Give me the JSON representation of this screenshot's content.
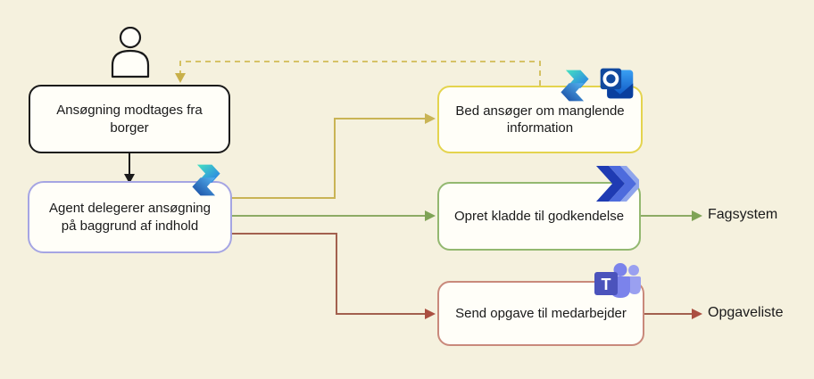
{
  "diagram": {
    "background_color": "#f5f1de",
    "node_fill_color": "#fffef8",
    "nodes": {
      "received": {
        "label": "Ansøgning modtages fra borger",
        "border_color": "#1a1a1a",
        "icons": [
          "person"
        ]
      },
      "agent": {
        "label": "Agent delegerer ansøgning på baggrund af indhold",
        "border_color": "#a5a5e3",
        "icons": [
          "copilot"
        ]
      },
      "ask": {
        "label": "Bed ansøger om manglende information",
        "border_color": "#e4d44e",
        "icons": [
          "copilot",
          "outlook"
        ]
      },
      "draft": {
        "label": "Opret kladde til godkendelse",
        "border_color": "#93b870",
        "icons": [
          "power-automate"
        ]
      },
      "task": {
        "label": "Send opgave til medarbejder",
        "border_color": "#c9897b",
        "icons": [
          "teams"
        ]
      }
    },
    "outputs": {
      "fagsystem": {
        "label": "Fagsystem"
      },
      "opgaveliste": {
        "label": "Opgaveliste"
      }
    },
    "connectors": {
      "received_to_agent": {
        "color": "#1a1a1a",
        "style": "solid"
      },
      "agent_to_ask": {
        "color": "#c9b455",
        "style": "solid"
      },
      "agent_to_draft": {
        "color": "#8cab64",
        "style": "solid"
      },
      "agent_to_task": {
        "color": "#a2604e",
        "style": "solid"
      },
      "draft_to_fagsystem": {
        "color": "#8cab64",
        "style": "solid"
      },
      "task_to_opgaveliste": {
        "color": "#a2604e",
        "style": "solid"
      },
      "ask_to_received": {
        "color": "#d1bc55",
        "style": "dashed"
      }
    }
  }
}
